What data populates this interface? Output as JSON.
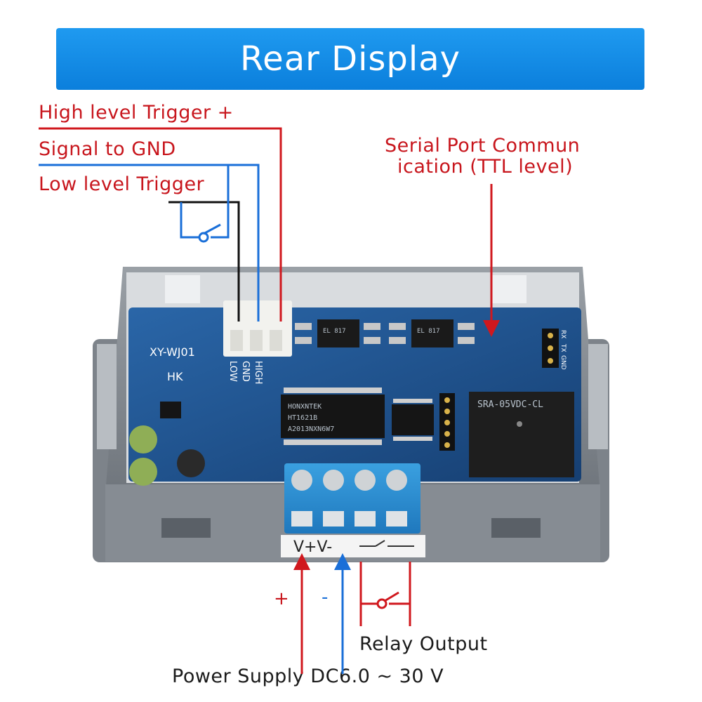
{
  "banner": {
    "title": "Rear Display"
  },
  "labels": {
    "high_trigger": "High level Trigger +",
    "signal_gnd": "Signal to GND",
    "low_trigger": "Low level Trigger",
    "serial_line1": "Serial Port Commun",
    "serial_line2": "ication (TTL level)",
    "relay_output": "Relay Output",
    "power_supply": "Power Supply DC6.0 ~ 30 V",
    "plus": "+",
    "minus": "-"
  },
  "board": {
    "model": "XY-WJ01",
    "maker": "HK",
    "pin_low": "LOW",
    "pin_gnd": "GND",
    "pin_high": "HIGH",
    "pin_rx": "RX",
    "pin_tx": "TX",
    "pin_gnd2": "GND",
    "relay_model": "SRA-05VDC-CL",
    "chip_brand": "HONXNTEK",
    "chip_model": "HT1621B",
    "chip_code": "A2013NXN6W7",
    "opto_model": "EL 817",
    "terminal_label": "V+V-"
  },
  "colors": {
    "banner": "#1a8fe8",
    "label_red": "#c8161d",
    "wire_red": "#d0181e",
    "wire_blue": "#1a6fd8",
    "wire_black": "#111111",
    "pcb_blue": "#1c4f8c",
    "terminal_blue": "#2d8fd0",
    "case_gray": "#8a9097"
  }
}
